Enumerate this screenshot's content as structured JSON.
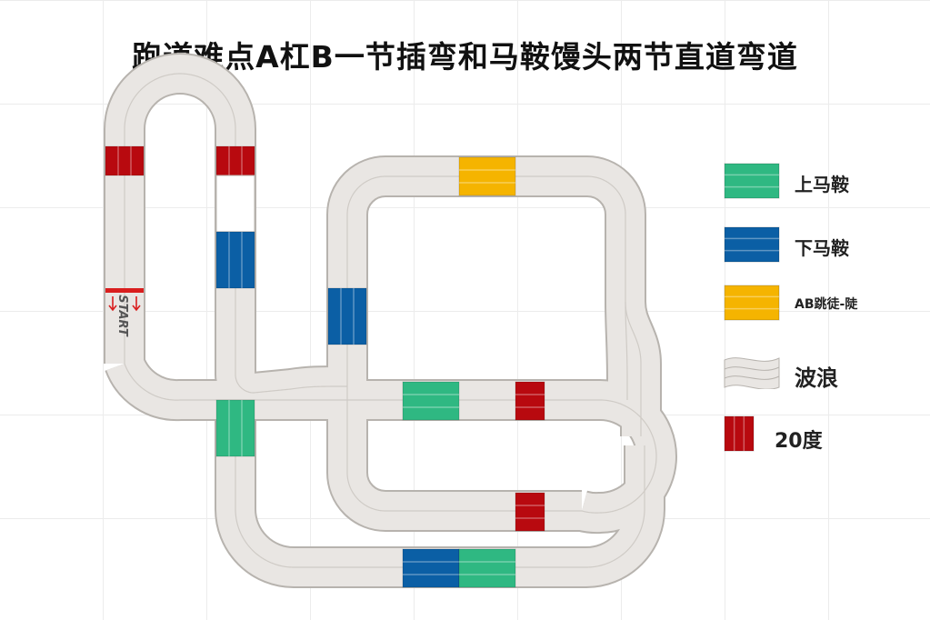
{
  "title": "跑道难点A杠B一节插弯和马鞍馒头两节直道弯道",
  "start_label": "START",
  "colors": {
    "track": "#e9e6e3",
    "track_border": "#b7b3ae",
    "up_saddle": "#2fb882",
    "down_saddle": "#0b5fa5",
    "ab_jump": "#f5b400",
    "degree20": "#b8090f"
  },
  "legend": [
    {
      "key": "up_saddle",
      "label": "上马鞍"
    },
    {
      "key": "down_saddle",
      "label": "下马鞍"
    },
    {
      "key": "ab_jump",
      "label": "AB跳徒-陡"
    },
    {
      "key": "wave",
      "label": "波浪"
    },
    {
      "key": "degree20",
      "label": "20度"
    }
  ]
}
